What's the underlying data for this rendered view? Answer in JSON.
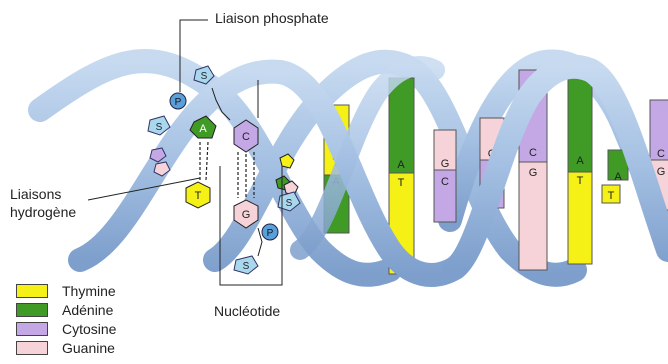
{
  "labels": {
    "phosphate_link": "Liaison phosphate",
    "hydrogen_links_line1": "Liaisons",
    "hydrogen_links_line2": "hydrogène",
    "nucleotide": "Nucléotide"
  },
  "legend": [
    {
      "name": "Thymine",
      "color": "#f5f016"
    },
    {
      "name": "Adénine",
      "color": "#3f9a26"
    },
    {
      "name": "Cytosine",
      "color": "#c4a8e6"
    },
    {
      "name": "Guanine",
      "color": "#f6d3d8"
    }
  ],
  "molecule_letters": {
    "sugar": "S",
    "phosphate": "P",
    "adenine": "A",
    "thymine": "T",
    "cytosine": "C",
    "guanine": "G"
  },
  "base_pairs": [
    {
      "top": "T",
      "bottom": "A"
    },
    {
      "top": "A",
      "bottom": "T"
    },
    {
      "top": "G",
      "bottom": "C"
    },
    {
      "top": "G",
      "bottom": "C"
    },
    {
      "top": "C",
      "bottom": "G"
    },
    {
      "top": "A",
      "bottom": "T"
    },
    {
      "top": "A",
      "bottom": "T"
    },
    {
      "top": "C",
      "bottom": "G"
    }
  ],
  "colors": {
    "backbone": "#a9c4e3",
    "backbone_dark": "#6f93c2",
    "thymine": "#f5f016",
    "adenine": "#3f9a26",
    "cytosine": "#c4a8e6",
    "guanine": "#f6d3d8",
    "sugar": "#a9d8ec",
    "phosphate": "#5aa0d8"
  }
}
